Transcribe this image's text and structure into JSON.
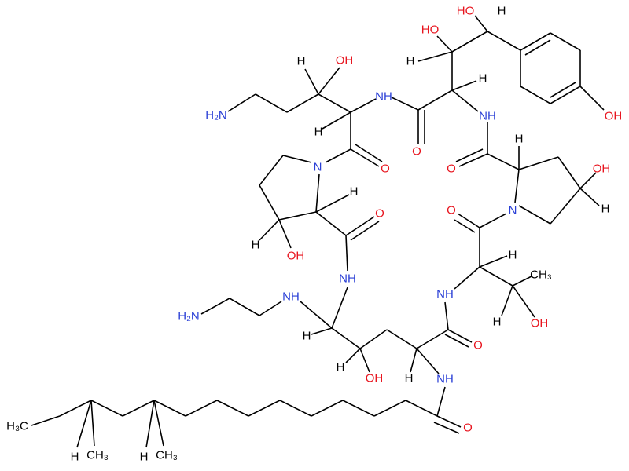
{
  "molecule": {
    "atoms": {
      "ho_top": "HO",
      "h_top": "H",
      "ho_2": "HO",
      "h_2": "H",
      "h_3": "H",
      "h_4": "H",
      "oh_4": "OH",
      "nh_1": "NH",
      "nh_2": "NH",
      "oh_phenol": "OH",
      "h2n_1": "H₂N",
      "h_5": "H",
      "n_pro1": "N",
      "o_1": "O",
      "o_2": "O",
      "o_3": "O",
      "h_6": "H",
      "oh_pro2": "OH",
      "h_7": "H",
      "n_pro2": "N",
      "o_4": "O",
      "h_pro2": "H",
      "o_5": "O",
      "h_8": "H",
      "oh_pro1": "OH",
      "h_9": "H",
      "ch3_thr": "CH₃",
      "nh_3": "NH",
      "nh_4": "NH",
      "nh_5": "NH",
      "h2n_2": "H₂N",
      "oh_thr": "OH",
      "h_10": "H",
      "h_11": "H",
      "o_6": "O",
      "h_12": "H",
      "oh_5": "OH",
      "h_13": "H",
      "nh_6": "NH",
      "h3c": "H₃C",
      "o_7": "O",
      "h_14": "H",
      "ch3_1": "CH₃",
      "h_15": "H",
      "ch3_2": "CH₃"
    },
    "colors": {
      "nitrogen": "#2a3fd6",
      "oxygen": "#e8141e",
      "carbon": "#000000"
    }
  }
}
